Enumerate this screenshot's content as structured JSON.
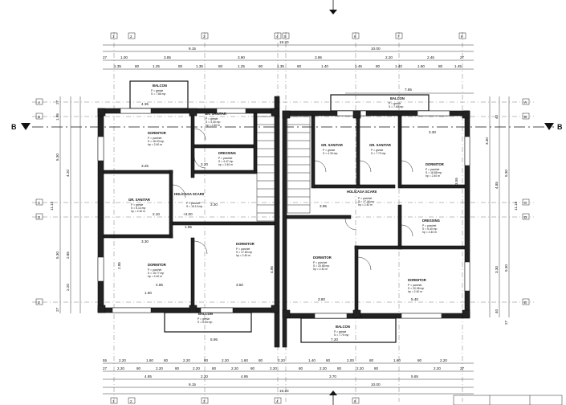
{
  "axes": {
    "numbers": [
      "1",
      "2",
      "3",
      "4",
      "5",
      "6",
      "7",
      "8"
    ],
    "letters": [
      "A",
      "B",
      "C",
      "D",
      "E"
    ],
    "section": "B"
  },
  "dims_top": {
    "total": "19.20",
    "halves": [
      "9.15",
      "10.00"
    ],
    "row2": [
      "27",
      "1.00",
      "3.85",
      "3.90",
      "3.95",
      "2.20",
      "2.45",
      "27"
    ],
    "row3": [
      "1.35",
      "80",
      "1.25",
      "80",
      "1.35",
      "80",
      "1.25",
      "80",
      "1.35",
      "80",
      "1.40",
      "1.45",
      "80",
      "1.40",
      "1.60",
      "80",
      "1.45"
    ],
    "balcony_width": "7.65"
  },
  "dims_bottom": {
    "row1": [
      "55",
      "2.20",
      "1.60",
      "80",
      "2.20",
      "80",
      "2.20",
      "1.60",
      "80",
      "2.20",
      "1.40",
      "80",
      "2.00",
      "80",
      "1.60",
      "80",
      "2.20"
    ],
    "row2": [
      "27",
      "2.20",
      "80",
      "2.20",
      "80",
      "2.20",
      "80",
      "2.20",
      "80",
      "2.20",
      "80",
      "2.20",
      "80",
      "2.20",
      "80",
      "2.20",
      "27"
    ],
    "row3": [
      "4.85",
      "2.20",
      "4.95",
      "3.70",
      "5.65"
    ],
    "halves": [
      "9.15",
      "10.00"
    ],
    "total": "19.20"
  },
  "dims_left": [
    "27",
    "1.95",
    "5.30",
    "4.20",
    "11.15",
    "5.30",
    "2.85",
    "2.20",
    "27"
  ],
  "dims_right": [
    "40",
    "3.30",
    "5.30",
    "4.85",
    "11.15",
    "5.30",
    "3.30",
    "40",
    "27"
  ],
  "rooms": [
    {
      "name": "BALCON",
      "lines": [
        "P = gresie",
        "S = 7.85 mp"
      ]
    },
    {
      "name": "GR. SANITAR",
      "lines": [
        "P = gresie",
        "S = 4.30 mp",
        "hp = 2.40 m"
      ]
    },
    {
      "name": "DORMITOR",
      "lines": [
        "P = parchet",
        "S = 18.03 mp",
        "hp = 2.40 m"
      ]
    },
    {
      "name": "DRESSING",
      "lines": [
        "P = parchet",
        "S = 4.47 mp",
        "hp = 2.40 m"
      ]
    },
    {
      "name": "GR. SANITAR",
      "lines": [
        "P = gresie",
        "S = 5.14 mp",
        "hp = 2.40 m"
      ]
    },
    {
      "name": "HOL/CASA SCARII",
      "lines": [
        "P = parchet",
        "S = 15.13 mp"
      ]
    },
    {
      "name": "DORMITOR",
      "lines": [
        "P = parchet",
        "S = 15.77 mp",
        "hp = 2.40 m"
      ]
    },
    {
      "name": "DORMITOR",
      "lines": [
        "P = parchet",
        "S = 17.80 mp",
        "hp = 2.40 m"
      ]
    },
    {
      "name": "BALCON",
      "lines": [
        "P = gresie",
        "S = 6.54 mp"
      ]
    },
    {
      "name": "GR. SANITAR",
      "lines": [
        "P = gresie",
        "S = 4.33 mp"
      ]
    },
    {
      "name": "GR. SANITAR",
      "lines": [
        "P = gresie",
        "S = 7.73 mp"
      ]
    },
    {
      "name": "BALCON",
      "lines": [
        "P = gresie",
        "S = 7.65 mp"
      ]
    },
    {
      "name": "DORMITOR",
      "lines": [
        "P = parchet",
        "S = 18.88 mp",
        "hp = 2.40 m"
      ]
    },
    {
      "name": "HOL/CASA SCARII",
      "lines": [
        "P = parchet",
        "S = 17.44 mp",
        "hp = 2.40 m"
      ]
    },
    {
      "name": "DRESSING",
      "lines": [
        "P = parchet",
        "S = 5.40 mp",
        "hp = 2.40 m"
      ]
    },
    {
      "name": "DORMITOR",
      "lines": [
        "P = parchet",
        "S = 20.88 mp",
        "hp = 2.40 m"
      ]
    },
    {
      "name": "DORMITOR",
      "lines": [
        "P = parchet",
        "S = 20.08 mp",
        "hp = 2.40 m"
      ]
    },
    {
      "name": "BALCON",
      "lines": [
        "P = gresie",
        "S = 7.70 mp"
      ]
    }
  ],
  "inner_dims": {
    "d1": "4.35",
    "d2": "3.25",
    "d3": "3.30",
    "d4": "1.95",
    "d5": "4.85",
    "d6": "1.60",
    "d7": "3.50",
    "d8": "5.95",
    "d9": "3.80",
    "d10": "3.30",
    "d11": "5.40",
    "d12": "7.20",
    "d13": "3.95",
    "d14": "3.30",
    "d15": "2.20",
    "d16": "2.10",
    "d17": "+3.00",
    "d18": "3.55",
    "d19": "2.85",
    "d20": "4.95"
  }
}
